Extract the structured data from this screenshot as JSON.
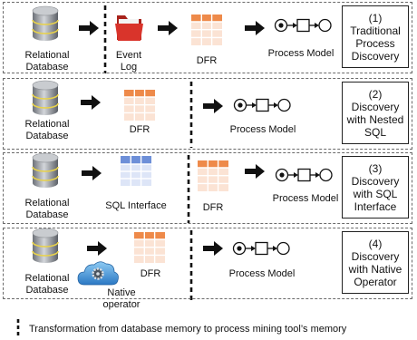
{
  "rows": [
    {
      "number": "(1)",
      "title_lines": [
        "Traditional",
        "Process",
        "Discovery"
      ],
      "labels": {
        "database": [
          "Relational",
          "Database"
        ],
        "event_log": [
          "Event",
          "Log"
        ],
        "dfr": "DFR",
        "process_model": "Process Model"
      }
    },
    {
      "number": "(2)",
      "title_lines": [
        "Discovery",
        "with Nested",
        "SQL"
      ],
      "labels": {
        "database": [
          "Relational",
          "Database"
        ],
        "dfr": "DFR",
        "process_model": "Process Model"
      }
    },
    {
      "number": "(3)",
      "title_lines": [
        "Discovery",
        "with SQL",
        "Interface"
      ],
      "labels": {
        "database": [
          "Relational",
          "Database"
        ],
        "sql_interface": "SQL Interface",
        "dfr": "DFR",
        "process_model": "Process Model"
      }
    },
    {
      "number": "(4)",
      "title_lines": [
        "Discovery",
        "with Native",
        "Operator"
      ],
      "labels": {
        "database": [
          "Relational",
          "Database"
        ],
        "dfr": "DFR",
        "native_operator": [
          "Native",
          "operator"
        ],
        "process_model": "Process Model"
      }
    }
  ],
  "legend": {
    "text": "Transformation from database memory to process mining tool’s memory"
  },
  "icons": [
    "database-icon",
    "folder-icon",
    "dfr-table-icon",
    "sql-table-icon",
    "cloud-gear-icon",
    "petri-net-icon",
    "arrow-icon"
  ],
  "colors": {
    "dfr_header": "#ee8a4a",
    "dfr_body": "#fbe3d4",
    "sql_header": "#6d8fd8",
    "sql_body": "#dde5f7",
    "folder": "#d9342b",
    "cloud": "#3a8fd6"
  }
}
